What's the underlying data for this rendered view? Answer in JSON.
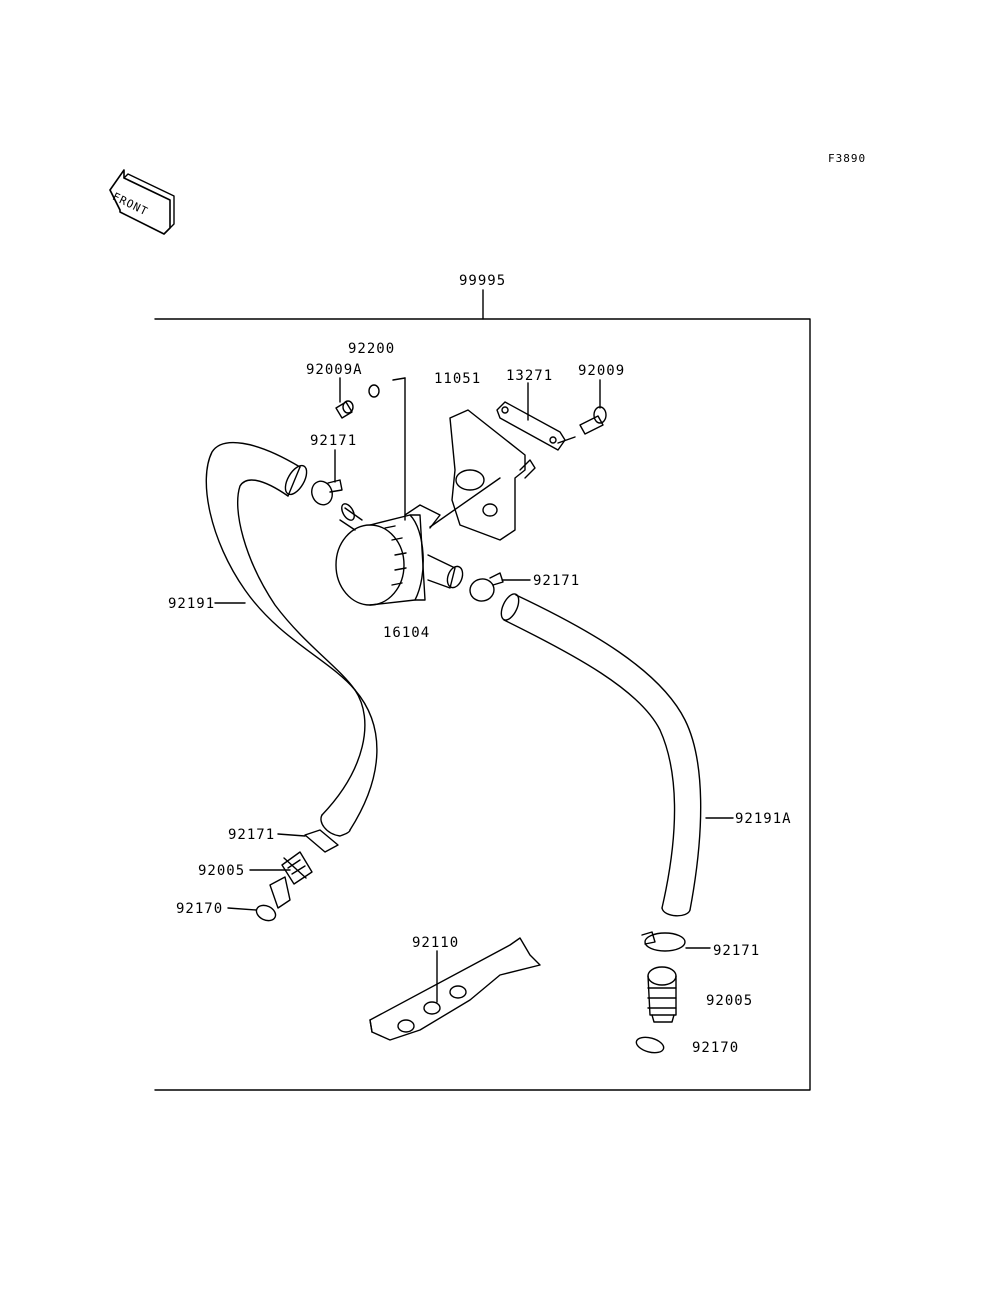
{
  "figure_code": "F3890",
  "front_arrow": {
    "text": "FRONT",
    "icon": "front-arrow-icon"
  },
  "assembly": {
    "part_number": "99995"
  },
  "parts": [
    {
      "id": "p16104",
      "number": "16104"
    },
    {
      "id": "p92200",
      "number": "92200"
    },
    {
      "id": "p92009A",
      "number": "92009A"
    },
    {
      "id": "p11051",
      "number": "11051"
    },
    {
      "id": "p13271",
      "number": "13271"
    },
    {
      "id": "p92009",
      "number": "92009"
    },
    {
      "id": "p92171a",
      "number": "92171"
    },
    {
      "id": "p92171b",
      "number": "92171"
    },
    {
      "id": "p92191",
      "number": "92191"
    },
    {
      "id": "p92191A",
      "number": "92191A"
    },
    {
      "id": "p92171c",
      "number": "92171"
    },
    {
      "id": "p92005a",
      "number": "92005"
    },
    {
      "id": "p92170a",
      "number": "92170"
    },
    {
      "id": "p92110",
      "number": "92110"
    },
    {
      "id": "p92171d",
      "number": "92171"
    },
    {
      "id": "p92005b",
      "number": "92005"
    },
    {
      "id": "p92170b",
      "number": "92170"
    }
  ]
}
